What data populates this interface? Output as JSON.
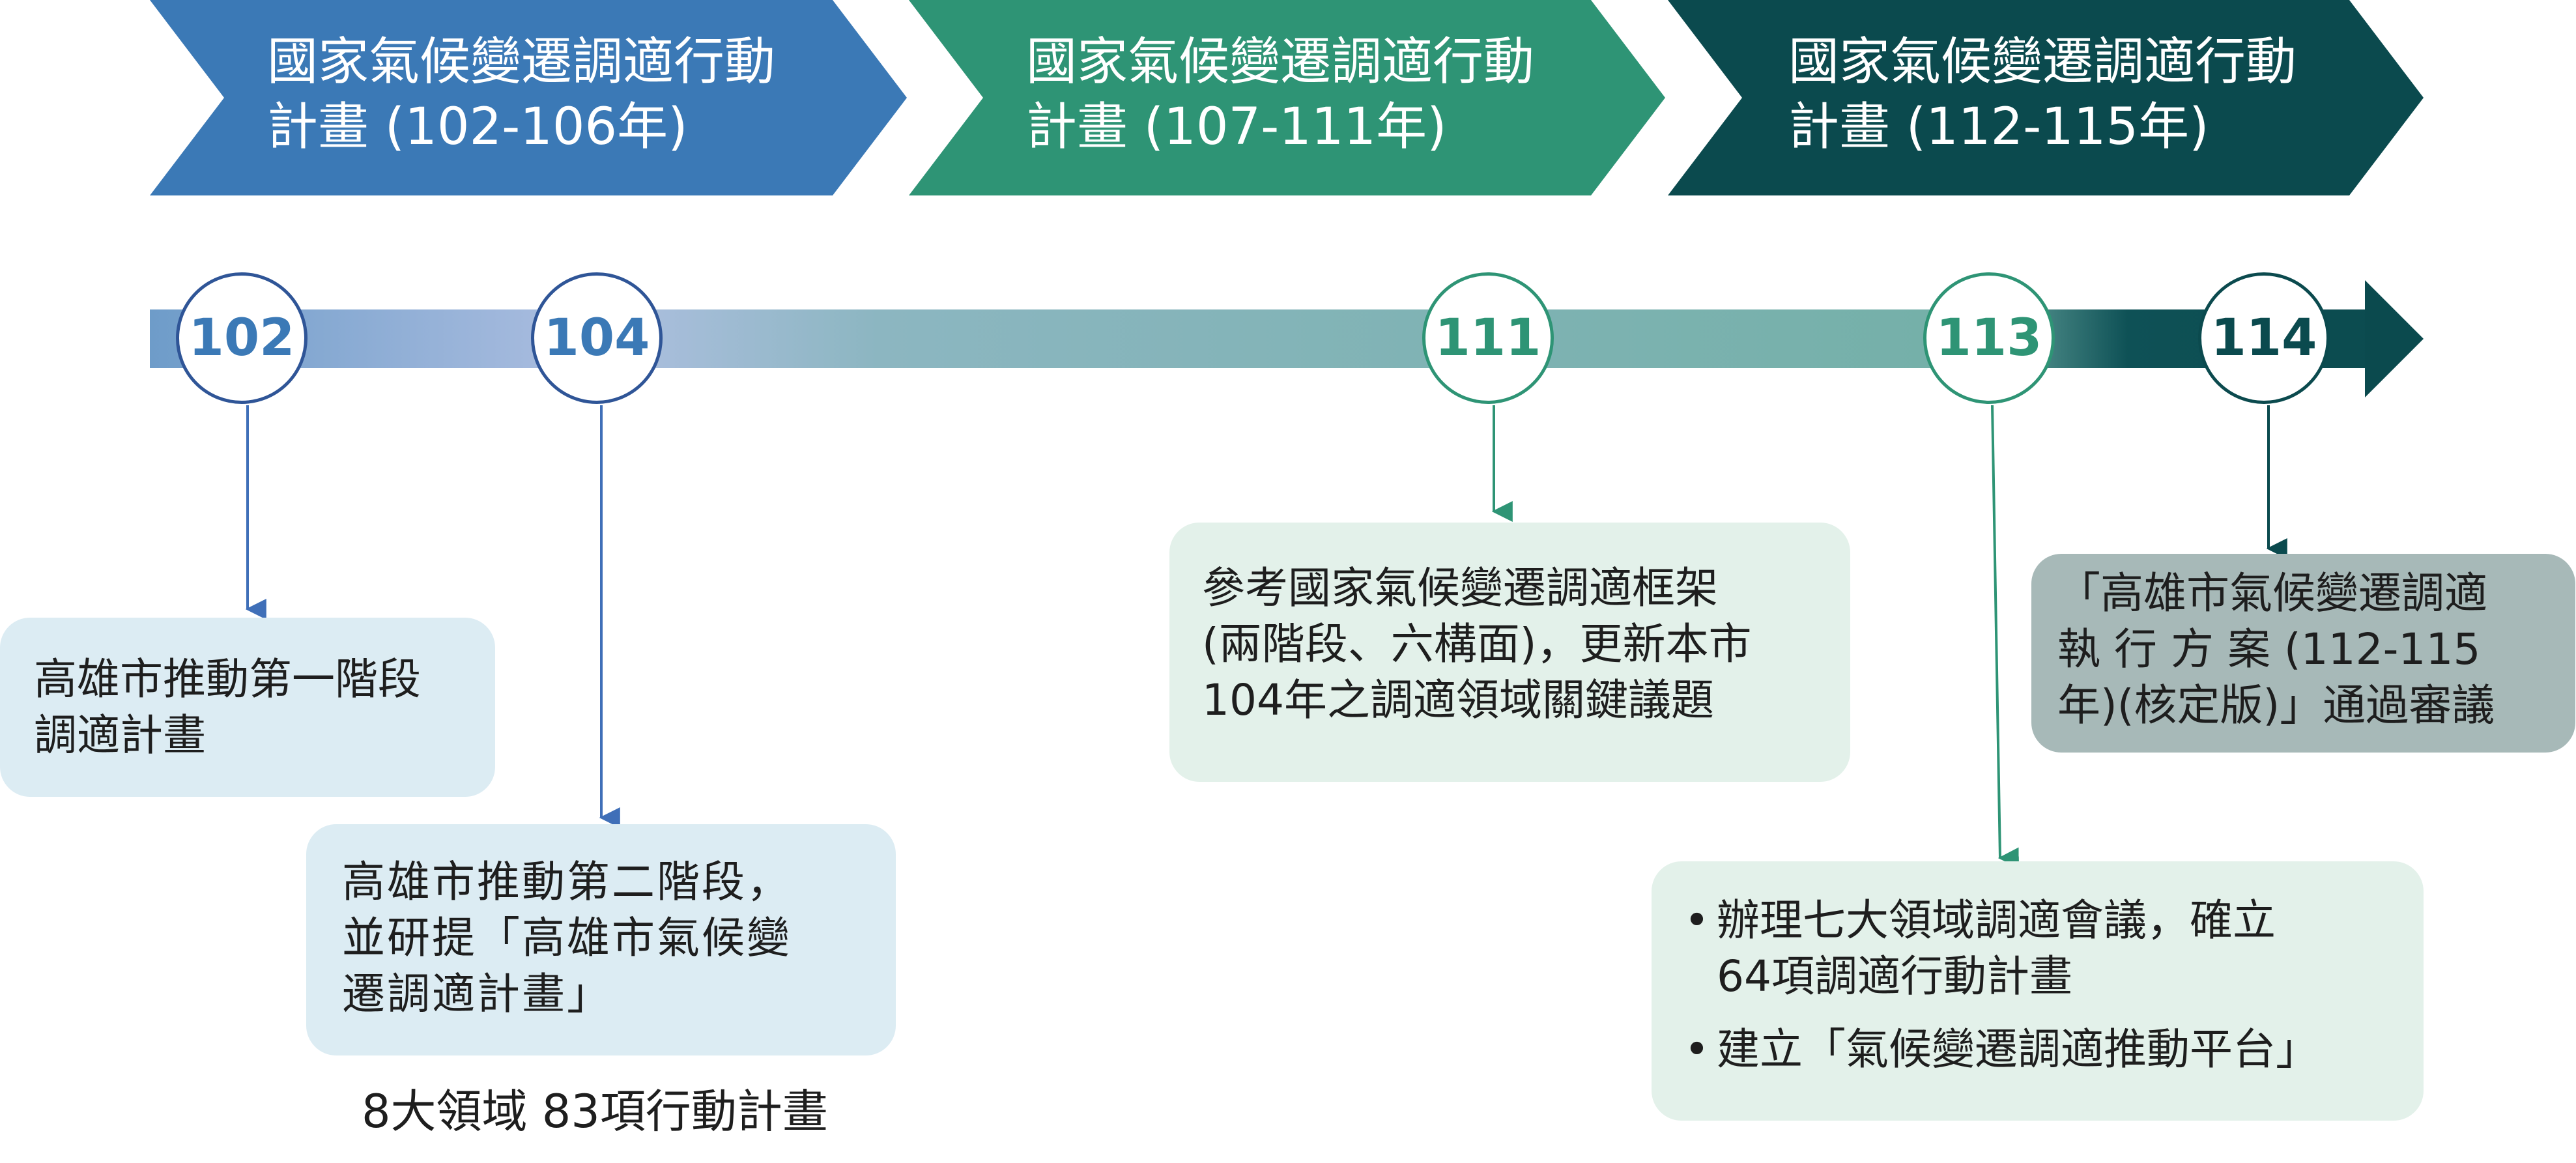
{
  "colors": {
    "blue": "#3b79b6",
    "green": "#2e9475",
    "dark_teal": "#0b4a4e",
    "box_light_blue": "#dcecf3",
    "box_light_green": "#e3f1ea",
    "box_gray": "#a7b9b8"
  },
  "plans": [
    {
      "line1": "國家氣候變遷調適行動",
      "line2": "計畫 (102-106年)"
    },
    {
      "line1": "國家氣候變遷調適行動",
      "line2": "計畫 (107-111年)"
    },
    {
      "line1": "國家氣候變遷調適行動",
      "line2": "計畫 (112-115年)"
    }
  ],
  "milestones": [
    {
      "year": "102"
    },
    {
      "year": "104"
    },
    {
      "year": "111"
    },
    {
      "year": "113"
    },
    {
      "year": "114"
    }
  ],
  "events": {
    "e102": {
      "lines": [
        "高雄市推動第一階段",
        "調適計畫"
      ]
    },
    "e104": {
      "lines": [
        "高雄市推動第二階段，",
        "並研提「高雄市氣候變",
        "遷調適計畫」"
      ],
      "note": "8大領域 83項行動計畫"
    },
    "e111": {
      "lines": [
        "參考國家氣候變遷調適框架",
        "(兩階段、六構面)，更新本市",
        "104年之調適領域關鍵議題"
      ]
    },
    "e113": {
      "bullet": "•",
      "item1_line1": "辦理七大領域調適會議，確立",
      "item1_line2": "64項調適行動計畫",
      "item2_line1": "建立「氣候變遷調適推動平台」"
    },
    "e114": {
      "lines": [
        "「高雄市氣候變遷調適",
        "執 行 方 案 (112-115",
        "年)(核定版)」通過審議"
      ]
    }
  }
}
